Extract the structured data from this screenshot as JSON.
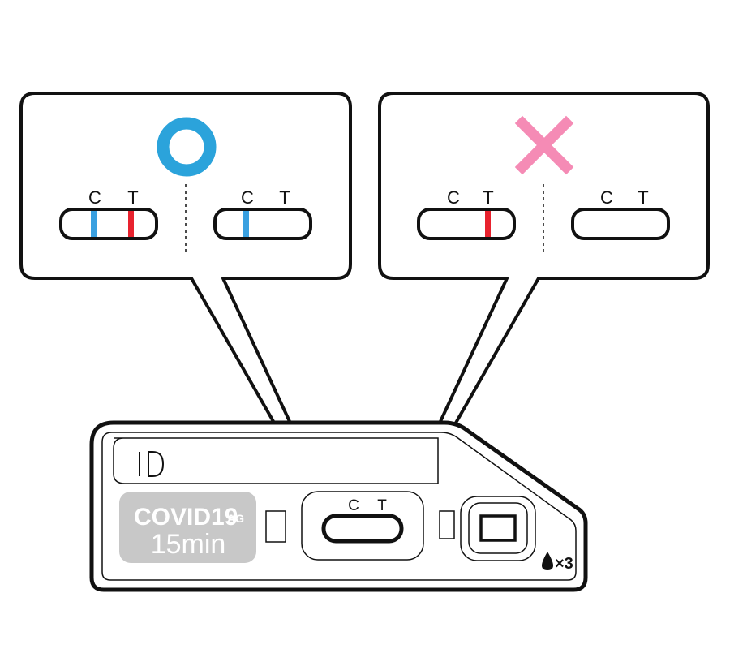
{
  "legend": {
    "valid": {
      "symbol": "circle",
      "color": "#2ba3db",
      "strip_left": {
        "c_label": "C",
        "t_label": "T",
        "c_line": true,
        "t_line": true
      },
      "strip_right": {
        "c_label": "C",
        "t_label": "T",
        "c_line": true,
        "t_line": false
      }
    },
    "invalid": {
      "symbol": "cross",
      "color": "#f58bb5",
      "strip_left": {
        "c_label": "C",
        "t_label": "T",
        "c_line": false,
        "t_line": true
      },
      "strip_right": {
        "c_label": "C",
        "t_label": "T",
        "c_line": false,
        "t_line": false
      }
    }
  },
  "colors": {
    "control_line": "#3aa0e0",
    "test_line": "#e8222e",
    "brand_bg": "#c8c8c8"
  },
  "cassette": {
    "brand": "COVID19",
    "brand_suffix": "AG",
    "time": "15min",
    "window": {
      "c_label": "C",
      "t_label": "T"
    },
    "drops": "×3"
  }
}
